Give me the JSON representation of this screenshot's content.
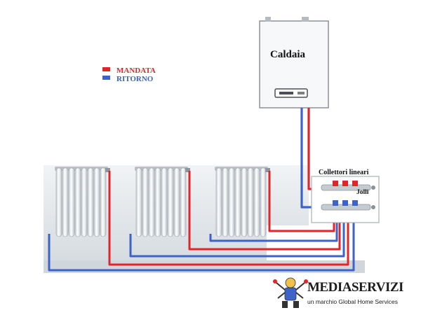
{
  "legend": {
    "items": [
      {
        "label": "MANDATA",
        "color": "#e0262b"
      },
      {
        "label": "RITORNO",
        "color": "#3d63c9"
      }
    ]
  },
  "labels": {
    "boiler": "Caldaia",
    "manifold": "Collettori lineari",
    "manifold_model": "Jolli"
  },
  "logo": {
    "brand": "MEDIASERVIZI",
    "tagline": "un marchio Global Home Services"
  },
  "colors": {
    "supply": "#e0262b",
    "return": "#3d63c9",
    "brand_text": "#1c1c1c",
    "floor": "#cfd6dc",
    "wall": "#e6eaee"
  },
  "icons": [
    "boiler-icon",
    "radiator-icon",
    "manifold-icon",
    "worker-mascot-icon"
  ]
}
